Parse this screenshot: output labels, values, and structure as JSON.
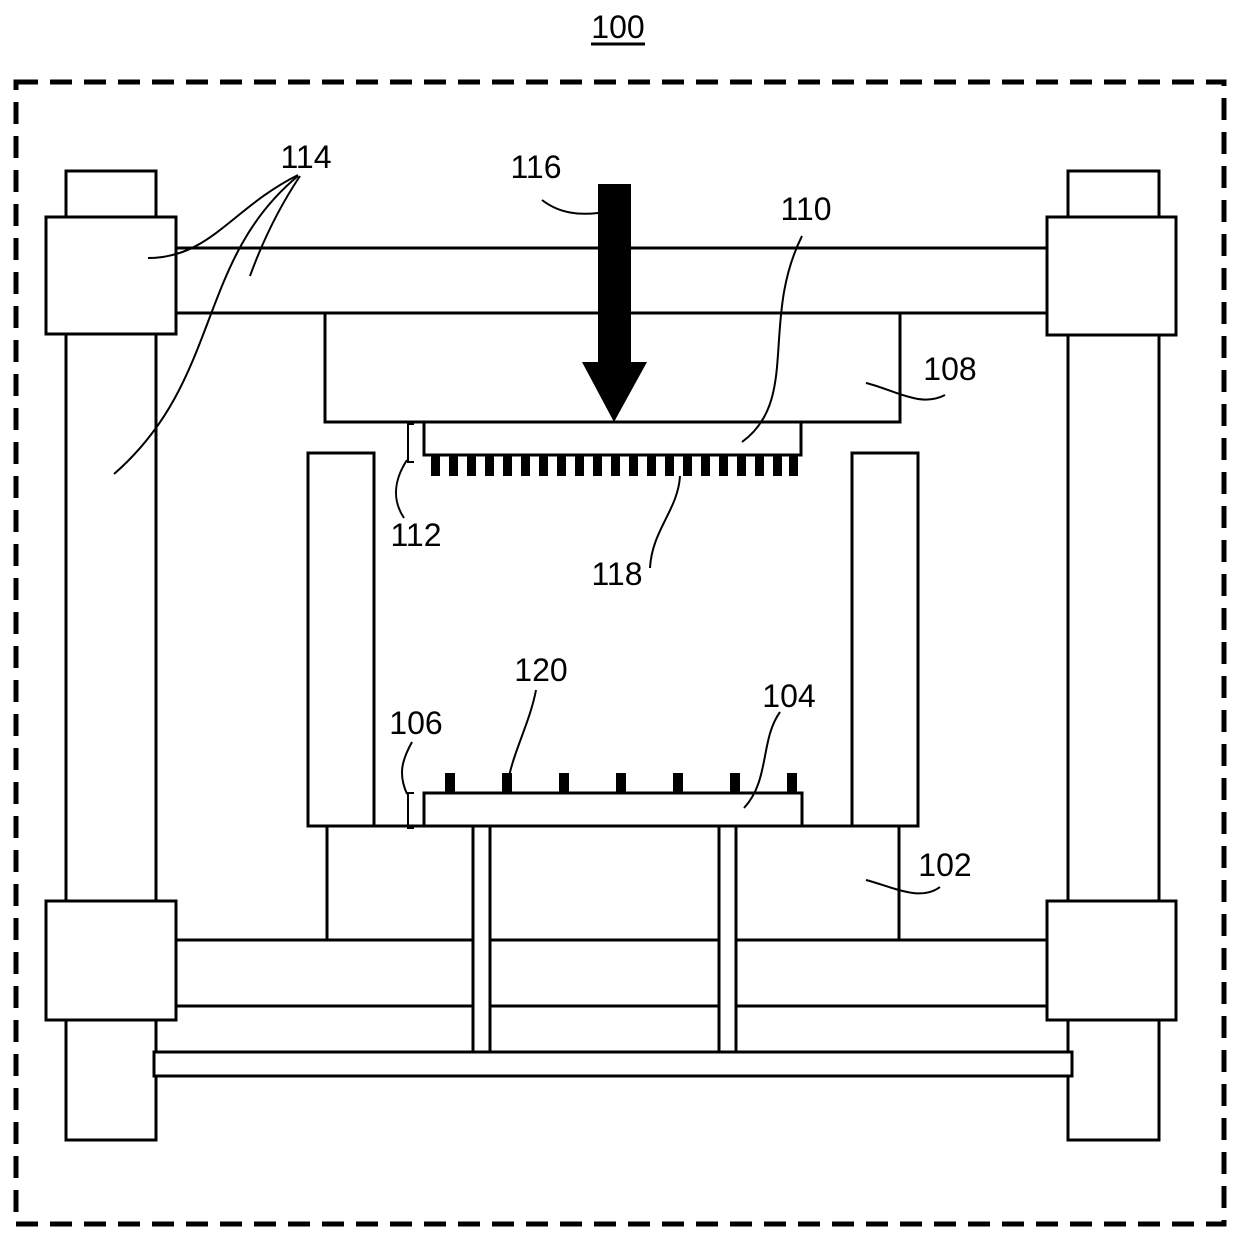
{
  "figure": {
    "title": "100",
    "labels": {
      "l102": "102",
      "l104": "104",
      "l106": "106",
      "l108": "108",
      "l110": "110",
      "l112": "112",
      "l114": "114",
      "l116": "116",
      "l118": "118",
      "l120": "120"
    }
  }
}
